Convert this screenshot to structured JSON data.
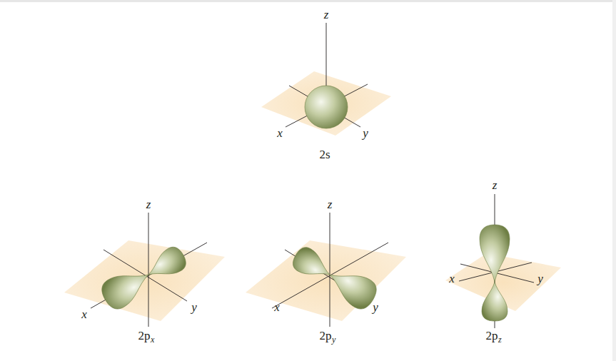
{
  "diagram": {
    "labels": [
      "z",
      "x",
      "y",
      "2s",
      "z",
      "x",
      "y",
      "2p",
      "x",
      "z",
      "x",
      "y",
      "2p",
      "y",
      "z",
      "x",
      "y",
      "2p",
      "z"
    ]
  }
}
